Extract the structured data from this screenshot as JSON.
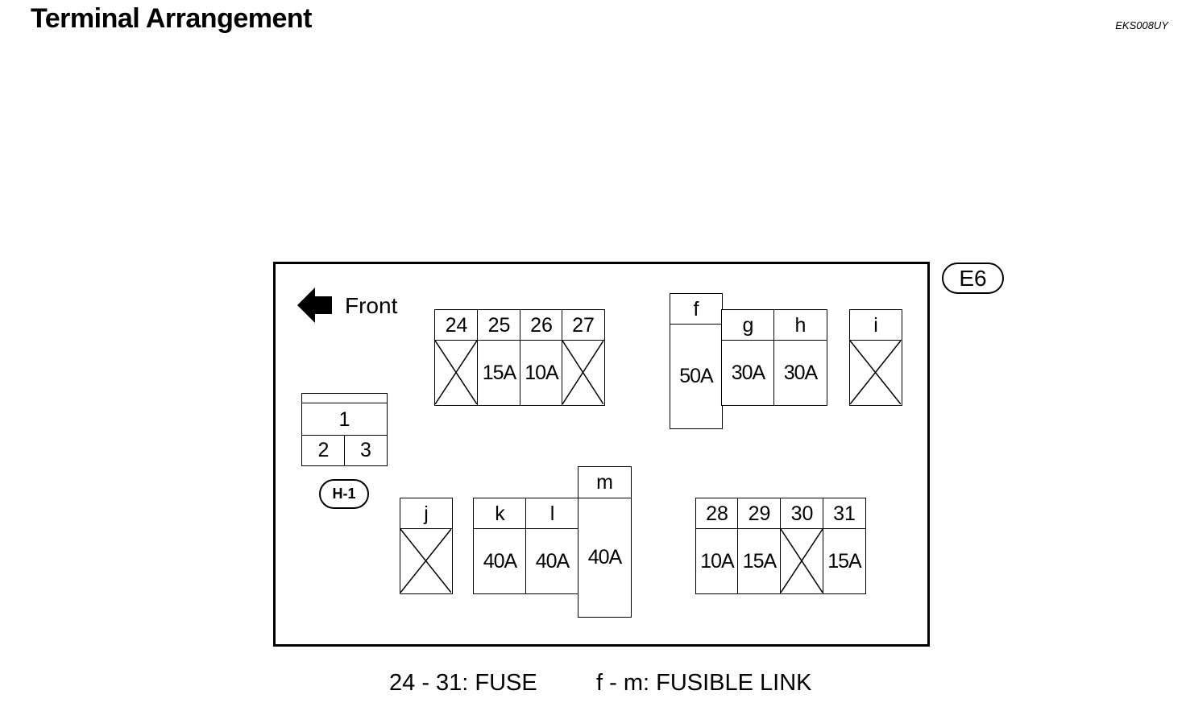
{
  "header": {
    "title": "Terminal Arrangement",
    "code": "EKS008UY"
  },
  "diagram": {
    "connector_label": "E6",
    "front_label": "Front",
    "relay_label": "H-1",
    "relay_terminals": {
      "top": "1",
      "bottom_left": "2",
      "bottom_right": "3"
    },
    "fuses_top": [
      {
        "num": "24",
        "rating": ""
      },
      {
        "num": "25",
        "rating": "15A"
      },
      {
        "num": "26",
        "rating": "10A"
      },
      {
        "num": "27",
        "rating": ""
      }
    ],
    "links_top": [
      {
        "num": "f",
        "rating": "50A"
      },
      {
        "num": "g",
        "rating": "30A"
      },
      {
        "num": "h",
        "rating": "30A"
      },
      {
        "num": "i",
        "rating": ""
      }
    ],
    "link_j": {
      "num": "j",
      "rating": ""
    },
    "links_bottom": [
      {
        "num": "k",
        "rating": "40A"
      },
      {
        "num": "l",
        "rating": "40A"
      },
      {
        "num": "m",
        "rating": "40A"
      }
    ],
    "fuses_bottom": [
      {
        "num": "28",
        "rating": "10A"
      },
      {
        "num": "29",
        "rating": "15A"
      },
      {
        "num": "30",
        "rating": ""
      },
      {
        "num": "31",
        "rating": "15A"
      }
    ]
  },
  "legend": {
    "fuse": "24 - 31: FUSE",
    "link": "f - m: FUSIBLE LINK"
  }
}
